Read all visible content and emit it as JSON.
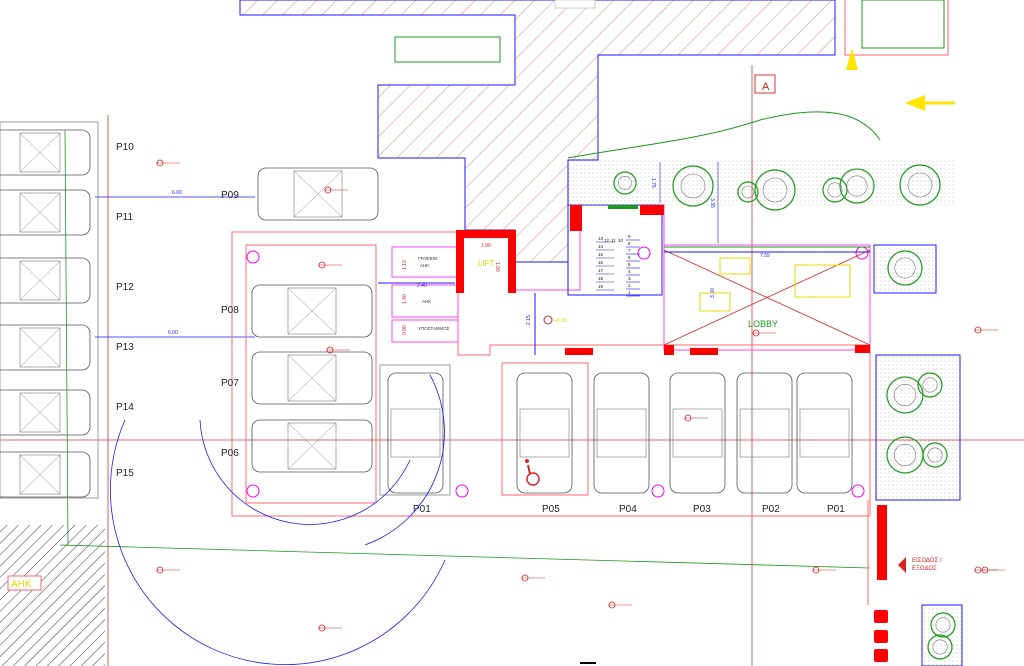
{
  "drawing": {
    "section_marker": "A",
    "lobby_label": "LOBBY",
    "lift_label": "LIFT",
    "ahk_tag": "AHK",
    "exit_label_line1": "ΕΙΣΟΔΟΣ /",
    "exit_label_line2": "ΕΞΟΔΟΣ",
    "level_mark": "+0.30",
    "rooms": {
      "office": "ΓΡΑΦΕΙΟ",
      "office_sub": "ΑΗΚ",
      "ahk": "ΑΗΚ",
      "substation": "ΥΠΟΣΤΑΘΜΟΣ"
    },
    "dimensions": {
      "p09_dist": "6.00",
      "p13_dist": "6.00",
      "lift_width": "1.90",
      "lift_depth": "1.90",
      "corridor": "2.40",
      "office_h": "1.10",
      "ahk_h": "1.40",
      "sub_h": "0.90",
      "hall_h": "2.15",
      "lobby_w": "7.55",
      "lobby_h": "3.90",
      "stair_top": "3.35",
      "garden": "1.75"
    },
    "stair_numbers_left": [
      "13",
      "14",
      "15",
      "16",
      "17",
      "18",
      "19"
    ],
    "stair_numbers_right": [
      "9",
      "8",
      "7",
      "6",
      "5",
      "4",
      "3",
      "2",
      "1"
    ],
    "stair_top_numbers": [
      "12",
      "11",
      "10"
    ],
    "parking_left": [
      "P10",
      "P11",
      "P12",
      "P13",
      "P14",
      "P15"
    ],
    "parking_mid": {
      "p09": "P09",
      "p08": "P08",
      "p07": "P07",
      "p06": "P06"
    },
    "parking_bottom": [
      "P01",
      "P05",
      "P04",
      "P03",
      "P02",
      "P01"
    ],
    "colors": {
      "wall": "#ff0000",
      "blue": "#1a1aff",
      "green": "#1a9a1a",
      "magenta": "#ff33ff",
      "yellow": "#e8d800"
    }
  }
}
